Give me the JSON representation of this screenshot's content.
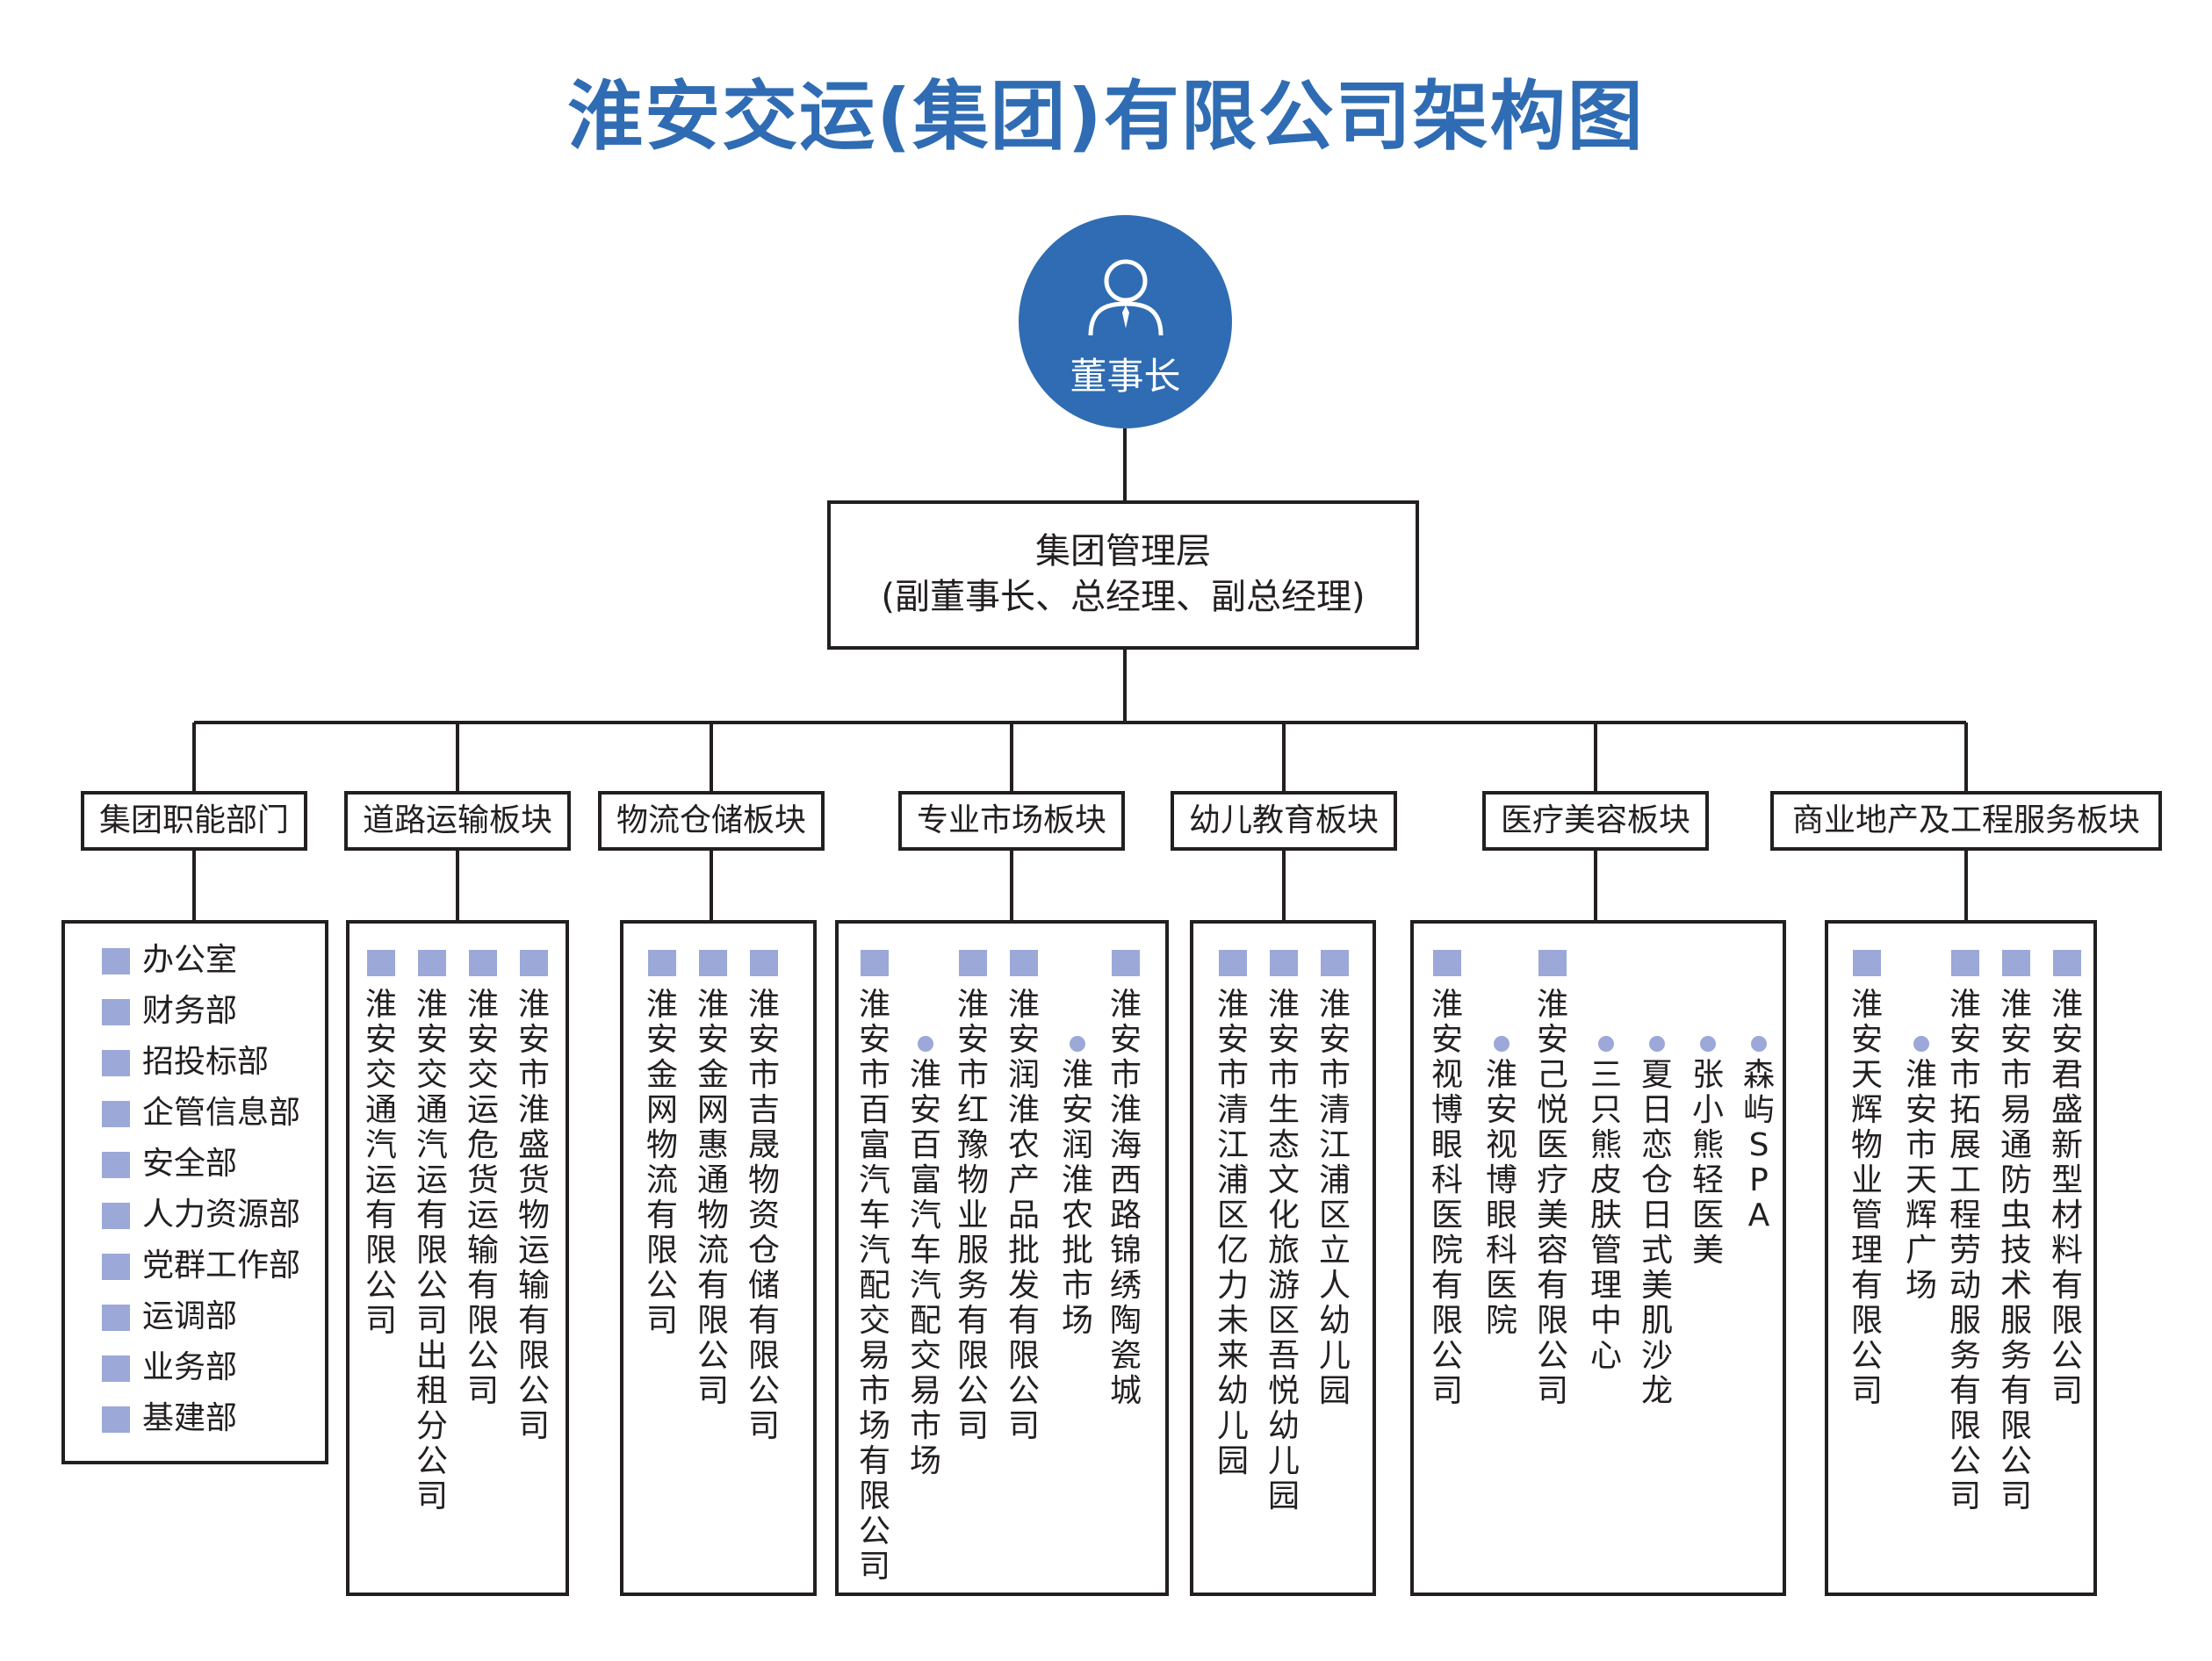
{
  "title": "淮安交运(集团)有限公司架构图",
  "chairman": {
    "label": "董事长",
    "icon": "person-icon"
  },
  "management": {
    "line1": "集团管理层",
    "line2": "(副董事长、总经理、副总经理)"
  },
  "colors": {
    "accent": "#2f6cb3",
    "marker": "#9ba8d8",
    "line": "#231f20"
  },
  "categories": [
    {
      "label": "集团职能部门",
      "departments": [
        "办公室",
        "财务部",
        "招投标部",
        "企管信息部",
        "安全部",
        "人力资源部",
        "党群工作部",
        "运调部",
        "业务部",
        "基建部"
      ]
    },
    {
      "label": "道路运输板块",
      "items": [
        "淮安交通汽运有限公司",
        "淮安交通汽运有限公司出租分公司",
        "淮安交运危货运输有限公司",
        "淮安市淮盛货物运输有限公司"
      ]
    },
    {
      "label": "物流仓储板块",
      "items": [
        "淮安金网物流有限公司",
        "淮安金网惠通物流有限公司",
        "淮安市吉晟物资仓储有限公司"
      ]
    },
    {
      "label": "专业市场板块",
      "items": [
        "淮安市百富汽车汽配交易市场有限公司",
        "淮安百富汽车汽配交易市场",
        "淮安市红豫物业服务有限公司",
        "淮安润淮农产品批发有限公司",
        "淮安润淮农批市场",
        "淮安市淮海西路锦绣陶瓷城"
      ]
    },
    {
      "label": "幼儿教育板块",
      "items": [
        "淮安市清江浦区亿力未来幼儿园",
        "淮安市生态文化旅游区吾悦幼儿园",
        "淮安市清江浦区立人幼儿园"
      ]
    },
    {
      "label": "医疗美容板块",
      "items": [
        "淮安视博眼科医院有限公司",
        "淮安视博眼科医院",
        "淮安己悦医疗美容有限公司",
        "三只熊皮肤管理中心",
        "夏日恋仓日式美肌沙龙",
        "张小熊轻医美",
        "森屿SPA"
      ]
    },
    {
      "label": "商业地产及工程服务板块",
      "items": [
        "淮安天辉物业管理有限公司",
        "淮安市天辉广场",
        "淮安市拓展工程劳动服务有限公司",
        "淮安市易通防虫技术服务有限公司",
        "淮安君盛新型材料有限公司"
      ]
    }
  ]
}
